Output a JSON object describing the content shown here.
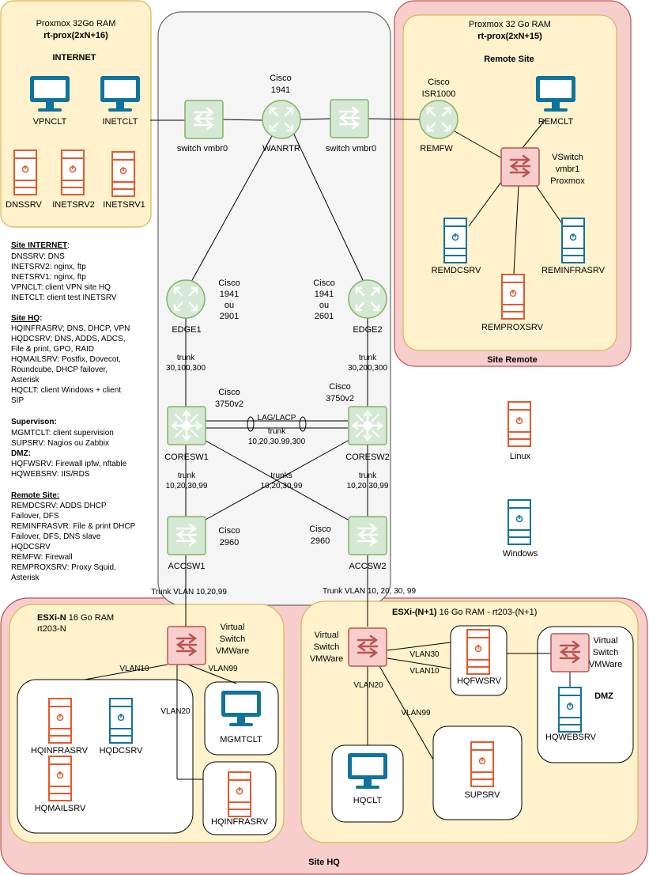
{
  "zones": {
    "internet": {
      "header": "Proxmox 32Go RAM",
      "header_bold": "rt-prox(2xN+16)",
      "title": "INTERNET"
    },
    "remote": {
      "header": "Proxmox 32 Go RAM",
      "header_bold": "rt-prox(2xN+15)",
      "title": "Remote Site",
      "footer": "Site Remote"
    },
    "hq": {
      "footer": "Site HQ"
    },
    "esxi_n": {
      "title_bold": "ESXi-N",
      "title_rest": " 16 Go RAM",
      "subtitle": "rt203-N"
    },
    "esxi_n1": {
      "title_bold": "ESXi-(N+1)",
      "title_rest": " 16 Go RAM - rt203-(N+1)"
    },
    "dmz": {
      "title": "DMZ"
    }
  },
  "devices": {
    "vpnclt": "VPNCLT",
    "inetclt": "INETCLT",
    "dnssrv": "DNSSRV",
    "inetsrv2": "INETSRV2",
    "inetsrv1": "INETSRV1",
    "switch_left": "switch vmbr0",
    "switch_right": "switch vmbr0",
    "wanrtr": "WANRTR",
    "wanrtr_model": [
      "Cisco",
      "1941"
    ],
    "remfw": "REMFW",
    "remfw_model": [
      "Cisco",
      "ISR1000"
    ],
    "remclt": "REMCLT",
    "vswitch_remote": [
      "VSwitch",
      "vmbr1",
      "Proxmox"
    ],
    "remdcsrv": "REMDCSRV",
    "reminfrasrv": "REMINFRASRV",
    "remproxsrv": "REMPROXSRV",
    "edge1": "EDGE1",
    "edge1_model": [
      "Cisco",
      "1941",
      "ou",
      "2901"
    ],
    "edge2": "EDGE2",
    "edge2_model": [
      "Cisco",
      "1941",
      "ou",
      "2601"
    ],
    "coresw1": "CORESW1",
    "coresw1_model": [
      "Cisco",
      "3750v2"
    ],
    "coresw2": "CORESW2",
    "coresw2_model": [
      "Cisco",
      "3750v2"
    ],
    "accsw1": "ACCSW1",
    "accsw1_model": [
      "Cisco",
      "2960"
    ],
    "accsw2": "ACCSW2",
    "accsw2_model": [
      "Cisco",
      "2960"
    ],
    "vswitch_esxi_n": [
      "Virtual",
      "Switch",
      "VMWare"
    ],
    "vswitch_esxi_n1": [
      "Virtual",
      "Switch",
      "VMWare"
    ],
    "vswitch_dmz": [
      "Virtual",
      "Switch",
      "VMWare"
    ],
    "hqinfrasrv": "HQINFRASRV",
    "hqdcsrv": "HQDCSRV",
    "hqmailsrv": "HQMAILSRV",
    "mgmtclt": "MGMTCLT",
    "hqinfrasrv2": "HQINFRASRV",
    "hqfwsrv": "HQFWSRV",
    "hqwebsrv": "HQWEBSRV",
    "hqclt": "HQCLT",
    "supsrv": "SUPSRV"
  },
  "links": {
    "trunk_edge1": [
      "trunk",
      "30,100,300"
    ],
    "trunk_edge2": [
      "trunk",
      "30,200,300"
    ],
    "lag": "LAG/LACP",
    "lag_trunk": [
      "trunk",
      "10,20,30.99,300"
    ],
    "trunk_core1": [
      "trunk",
      "10,20,30,99"
    ],
    "trunk_core2": [
      "trunk",
      "10,20,30,99"
    ],
    "trunks_cross": [
      "trunks",
      "10,20,30,99"
    ],
    "trunk_vlan_left": "Trunk VLAN 10,20,99",
    "trunk_vlan_right": "Trunk VLAN 10, 20, 30, 99",
    "vlan10_n": "VLAN10",
    "vlan99_n": "VLAN99",
    "vlan20_n": "VLAN20",
    "vlan30_n1": "VLAN30",
    "vlan10_n1": "VLAN10",
    "vlan20_n1": "VLAN20",
    "vlan99_n1": "VLAN99"
  },
  "legend": {
    "linux": "Linux",
    "windows": "Windows"
  },
  "notes": {
    "internet_title": "Site INTERNET",
    "internet_suffix": ":",
    "internet_lines": [
      "DNSSRV: DNS",
      "INETSRV2: nginx, ftp",
      "INETSRV1: nginx, ftp",
      "VPNCLT: client VPN site HQ",
      "INETCLT: client test INETSRV"
    ],
    "hq_title": "Site HQ",
    "hq_suffix": ":",
    "hq_lines": [
      "HQINFRASRV; DNS, DHCP, VPN",
      "HQDCSRV; DNS, ADDS, ADCS,",
      "File & print, GPO,  RAID",
      "HQMAILSRV: Postfix, Dovecot,",
      "Roundcube, DHCP failover,",
      "Asterisk",
      "HQCLT: client Windows + client",
      "SIP"
    ],
    "sup_title": "Supervison:",
    "sup_lines": [
      "MGMTCLT: client supervision",
      "SUPSRV: Nagios ou Zabbix"
    ],
    "dmz_title": "DMZ:",
    "dmz_lines": [
      "HQFWSRV: Firewall ipfw, nftable",
      "HQWEBSRV: IIS/RDS"
    ],
    "remote_title": "Remote Site:",
    "remote_lines": [
      "REMDCSRV: ADDS DHCP",
      "Failover, DFS",
      "REMINFRASVR: File &  print DHCP",
      "Failover, DFS, DNS slave",
      "HQDCSRV",
      "REMFW: Firewall",
      "REMPROXSRV: Proxy Squid,",
      "Asterisk"
    ]
  },
  "colors": {
    "yellow_fill": "#fff2cc",
    "yellow_stroke": "#d6b656",
    "pink_fill": "#f8cecc",
    "pink_stroke": "#b85450",
    "green_fill": "#d5e8d4",
    "green_stroke": "#82b366",
    "linux_orange": "#e7582b",
    "windows_teal": "#10739e"
  }
}
